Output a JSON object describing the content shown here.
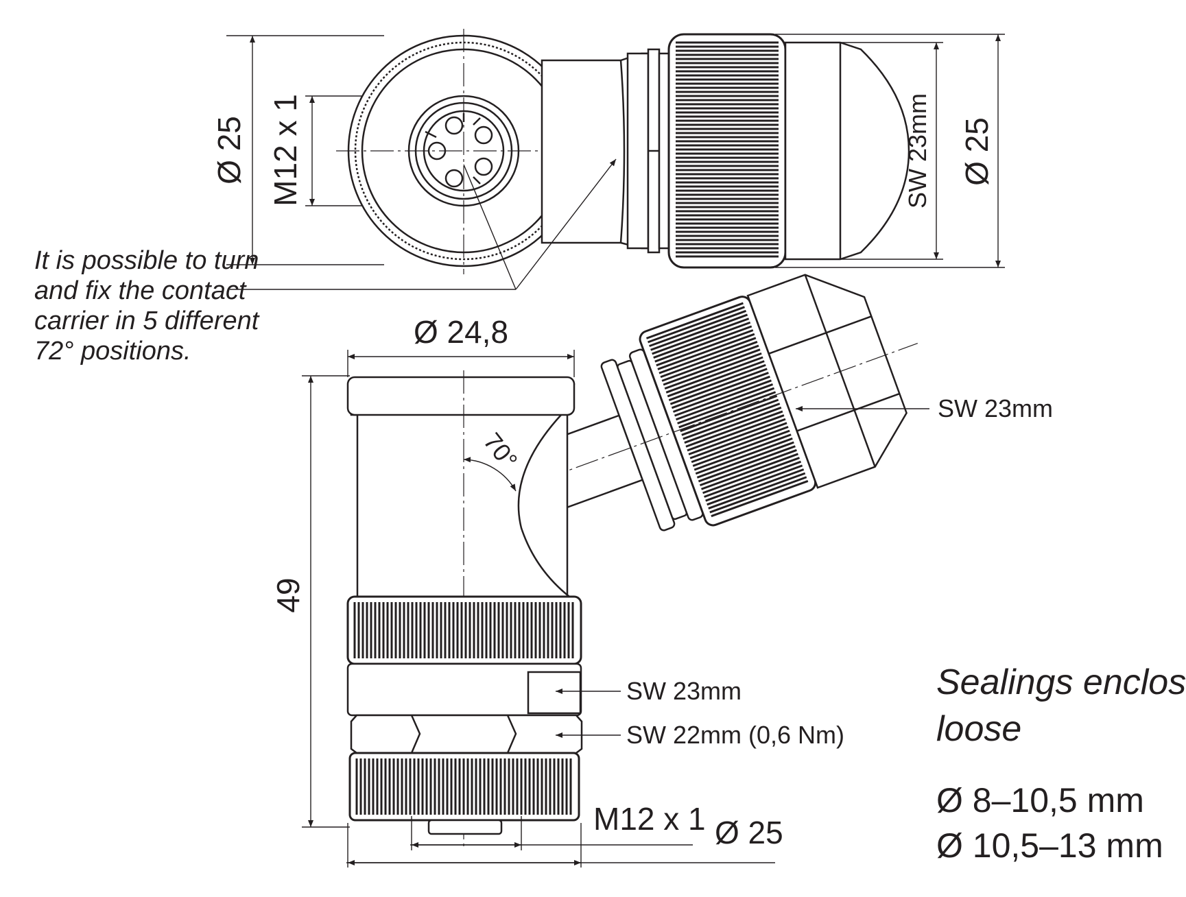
{
  "top_view": {
    "dia_left": "Ø 25",
    "thread": "M12 x 1",
    "wrench": "SW 23mm",
    "dia_right": "Ø 25"
  },
  "note": {
    "lines": [
      "It is possible to turn",
      "and fix the contact",
      "carrier in 5 different",
      "72° positions."
    ]
  },
  "side_view": {
    "dia_top": "Ø 24,8",
    "angle": "70°",
    "wrench_right": "SW 23mm",
    "height": "49",
    "wrench_lower": "SW 23mm",
    "wrench_nut": "SW 22mm (0,6 Nm)",
    "thread_bottom": "M12 x 1",
    "dia_bottom": "Ø 25"
  },
  "sealings": {
    "line1": "Sealings enclosed",
    "line2": "loose",
    "range1": "Ø 8–10,5 mm",
    "range2": "Ø 10,5–13 mm"
  }
}
